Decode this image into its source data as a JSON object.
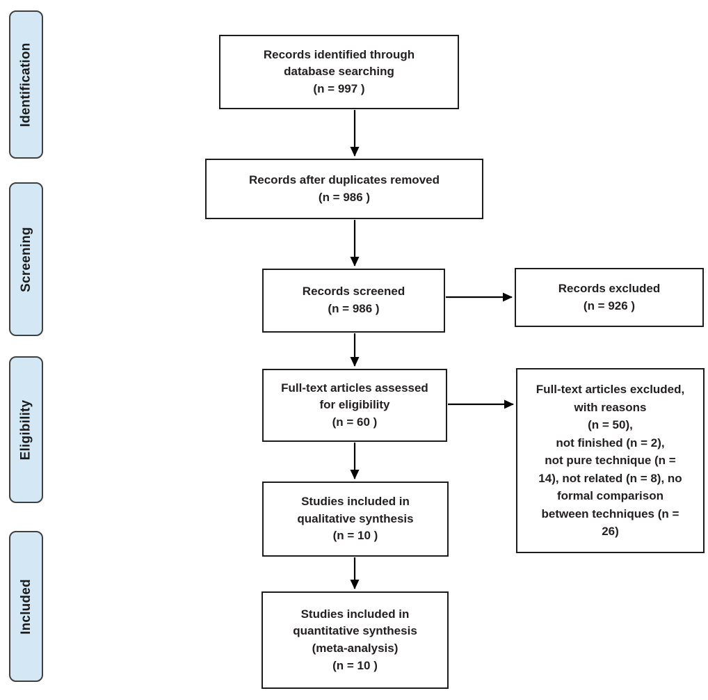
{
  "diagram_type": "PRISMA flow diagram",
  "colors": {
    "stage_fill": "#d3e8f4",
    "stage_border": "#3f3f3f",
    "box_fill": "#ffffff",
    "box_border": "#1c1c1c",
    "text": "#231f20",
    "arrow": "#000000",
    "background": "#ffffff"
  },
  "stages": [
    {
      "label": "Identification"
    },
    {
      "label": "Screening"
    },
    {
      "label": "Eligibility"
    },
    {
      "label": "Included"
    }
  ],
  "flow": {
    "identified": {
      "text": "Records identified through\ndatabase searching\n(n =  997 )",
      "n": 997
    },
    "deduplicated": {
      "text": "Records after duplicates removed\n(n = 986  )",
      "n": 986
    },
    "screened": {
      "text": "Records screened\n(n = 986  )",
      "n": 986
    },
    "records_excluded": {
      "text": "Records excluded\n(n = 926  )",
      "n": 926
    },
    "fulltext_assessed": {
      "text": "Full-text articles assessed\nfor eligibility\n(n = 60  )",
      "n": 60
    },
    "fulltext_excluded": {
      "text": "Full-text articles excluded,\nwith reasons\n(n = 50),\nnot finished (n = 2),\nnot pure technique (n =\n14),  not related (n = 8), no\nformal comparison\nbetween techniques (n =\n26)",
      "n": 50,
      "reasons": [
        {
          "reason": "not finished",
          "n": 2
        },
        {
          "reason": "not pure technique",
          "n": 14
        },
        {
          "reason": "not related",
          "n": 8
        },
        {
          "reason": "no formal comparison between techniques",
          "n": 26
        }
      ]
    },
    "qualitative_synthesis": {
      "text": "Studies included in\nqualitative synthesis\n(n =  10 )",
      "n": 10
    },
    "quantitative_synthesis": {
      "text": "Studies included in\nquantitative synthesis\n(meta-analysis)\n(n = 10  )",
      "n": 10
    }
  }
}
